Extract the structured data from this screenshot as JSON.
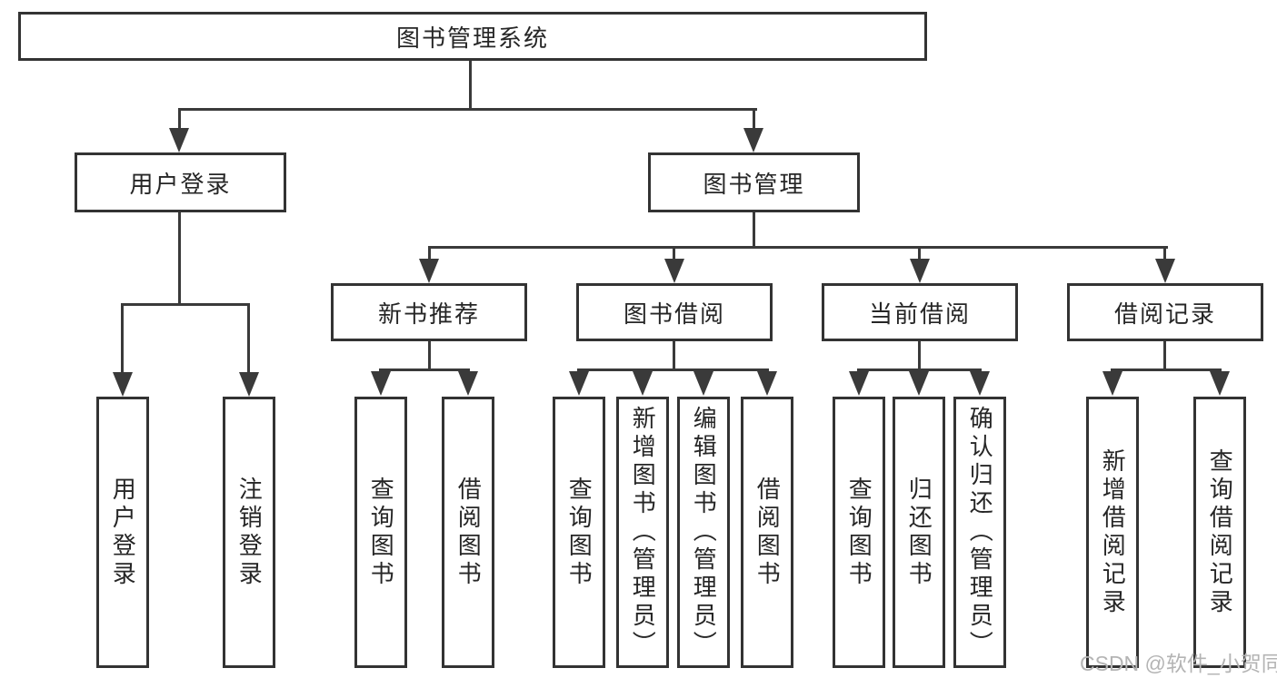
{
  "tree": {
    "label": "图书管理系统",
    "children": [
      {
        "label": "用户登录",
        "children": [
          {
            "label": "用户登录"
          },
          {
            "label": "注销登录"
          }
        ]
      },
      {
        "label": "图书管理",
        "children": [
          {
            "label": "新书推荐",
            "children": [
              {
                "label": "查询图书"
              },
              {
                "label": "借阅图书"
              }
            ]
          },
          {
            "label": "图书借阅",
            "children": [
              {
                "label": "查询图书"
              },
              {
                "label": "新增图书（管理员）"
              },
              {
                "label": "编辑图书（管理员）"
              },
              {
                "label": "借阅图书"
              }
            ]
          },
          {
            "label": "当前借阅",
            "children": [
              {
                "label": "查询图书"
              },
              {
                "label": "归还图书"
              },
              {
                "label": "确认归还（管理员）"
              }
            ]
          },
          {
            "label": "借阅记录",
            "children": [
              {
                "label": "新增借阅记录"
              },
              {
                "label": "查询借阅记录"
              }
            ]
          }
        ]
      }
    ]
  },
  "watermark": {
    "text": "CSDN @软件_小贺同学"
  },
  "colors": {
    "line": "#3a3a3a",
    "box_border": "#333333",
    "text": "#262626",
    "watermark": "#b4b4b4",
    "background": "#ffffff"
  }
}
